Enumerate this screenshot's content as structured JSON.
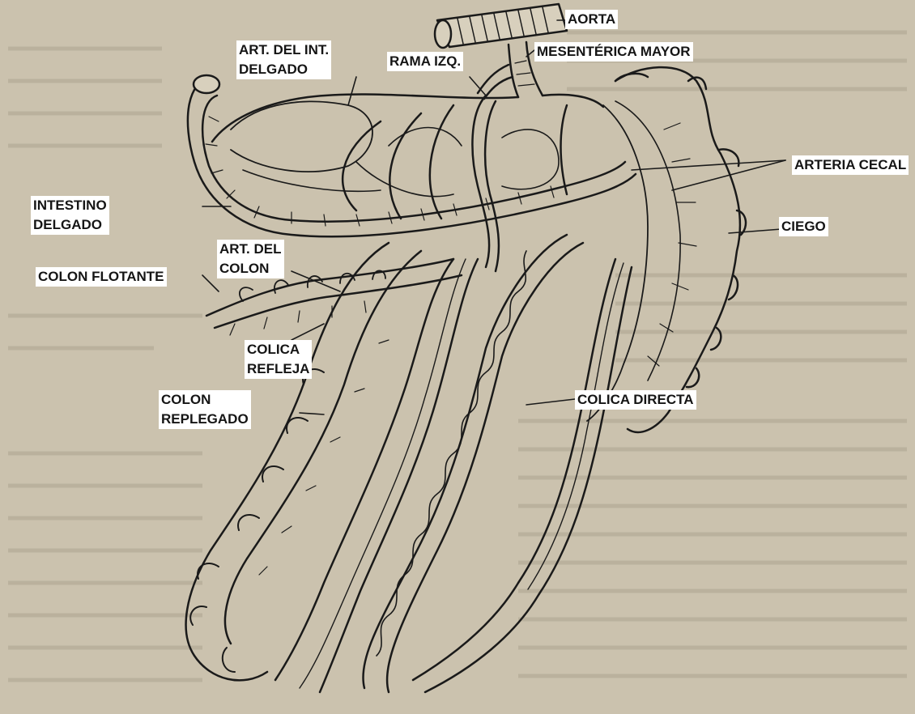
{
  "labels": {
    "aorta": "AORTA",
    "mesenterica_mayor": "MESENTÉRICA MAYOR",
    "rama_izq": "RAMA IZQ.",
    "art_int_delgado_1": "ART. DEL INT.",
    "art_int_delgado_2": "DELGADO",
    "arteria_cecal": "ARTERIA CECAL",
    "ciego": "CIEGO",
    "intestino_delgado_1": "INTESTINO",
    "intestino_delgado_2": "DELGADO",
    "art_colon_1": "ART. DEL",
    "art_colon_2": "COLON",
    "colon_flotante": "COLON FLOTANTE",
    "colica_refleja_1": "COLICA",
    "colica_refleja_2": "REFLEJA",
    "colon_replegado_1": "COLON",
    "colon_replegado_2": "REPLEGADO",
    "colica_directa": "COLICA DIRECTA"
  },
  "colors": {
    "paper": "#c9c0ac",
    "ink": "#1a1a1a",
    "label_background": "#ffffff"
  }
}
